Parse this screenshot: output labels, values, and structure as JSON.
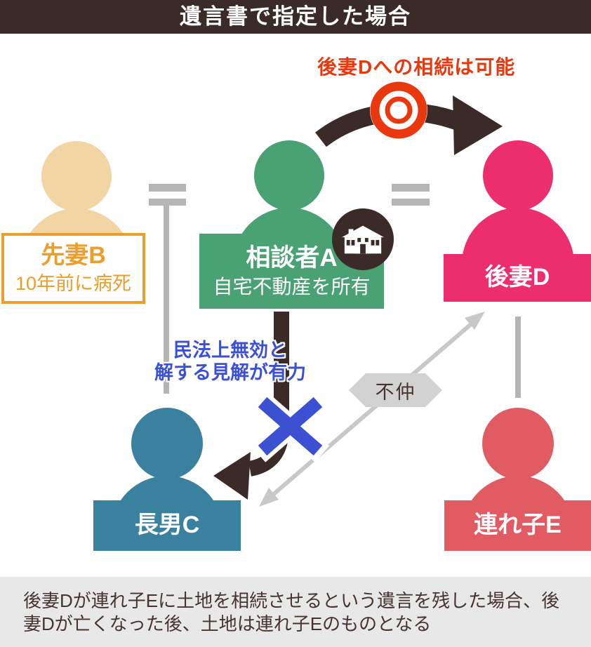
{
  "header": {
    "title": "遺言書で指定した場合"
  },
  "annotations": {
    "inheritance_note": "後妻Dへの相続は可能",
    "invalid_note_line1": "民法上無効と",
    "invalid_note_line2": "解する見解が有力",
    "discord_label": "不仲"
  },
  "people": [
    {
      "id": "first-wife-b",
      "name": "先妻B",
      "note": "10年前に病死",
      "color": "#f3d5a3"
    },
    {
      "id": "consulter-a",
      "name": "相談者A",
      "note": "自宅不動産を所有",
      "color": "#4aa274"
    },
    {
      "id": "second-wife-d",
      "name": "後妻D",
      "color": "#ec2e6e"
    },
    {
      "id": "eldest-son-c",
      "name": "長男C",
      "color": "#39819f"
    },
    {
      "id": "stepchild-e",
      "name": "連れ子E",
      "color": "#e05b62"
    }
  ],
  "icons": {
    "possible_mark": "double-circle-icon",
    "invalid_mark": "x-cross-icon",
    "house": "house-icon",
    "marriage": "equals-sign"
  },
  "footer": {
    "text": "後妻Dが連れ子Eに土地を相続させるという遺言を残した場合、後妻Dが亡くなった後、土地は連れ子Eのものとなる"
  },
  "colors": {
    "header_bg": "#3b2b28",
    "accent_red": "#e9380d",
    "orange": "#eb9e2d",
    "beige": "#f3d5a3",
    "green": "#4aa274",
    "pink": "#ec2e6e",
    "teal": "#39819f",
    "salmon": "#e05b62",
    "blue": "#3c51d2",
    "gray_line": "#b5b5b5",
    "discord_gray": "#c8c8c8",
    "hexagon_gray": "#d2d2d2",
    "footer_bg": "#e9e8e8",
    "footer_text": "#453430"
  }
}
